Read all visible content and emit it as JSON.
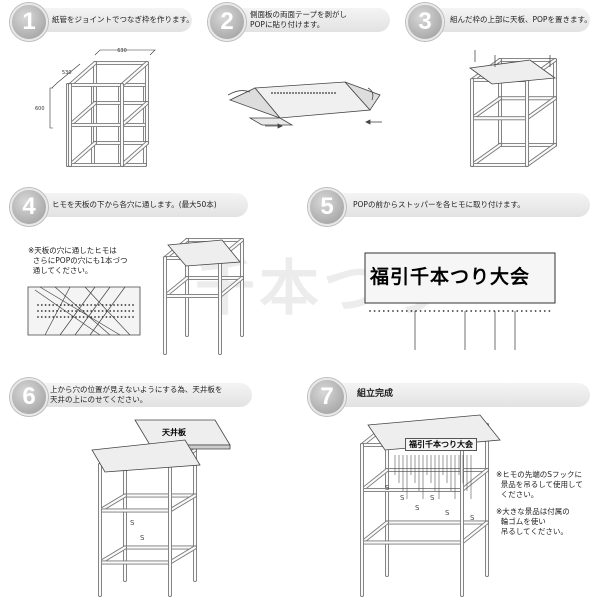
{
  "steps": [
    {
      "number": "1",
      "text": "紙管をジョイントでつなぎ枠を作ります。"
    },
    {
      "number": "2",
      "text": "側面板の両面テープを剥がし\nPOPに貼り付けます。"
    },
    {
      "number": "3",
      "text": "組んだ枠の上部に天板、POPを置きます。"
    },
    {
      "number": "4",
      "text": "ヒモを天板の下から各穴に通します。(最大50本)"
    },
    {
      "number": "5",
      "text": "POPの前からストッパーを各ヒモに取り付けます。"
    },
    {
      "number": "6",
      "text": "上から穴の位置が見えないようにする為、天井板を\n天井の上にのせてください。"
    },
    {
      "number": "7",
      "text": "組立完成"
    }
  ],
  "dimensions": {
    "width": "630",
    "depth": "530",
    "height": "600"
  },
  "step4_note": "※天板の穴に通したヒモは\n  さらにPOPの穴にも1本づつ\n  通してください。",
  "pop_sign": "福引千本つり大会",
  "ceiling_board_label": "天井板",
  "step7_notes": [
    "※ヒモの先端のSフックに\n  景品を吊るして使用して\n  ください。",
    "※大きな景品は付属の\n  輪ゴムを使い\n  吊るしてください。"
  ],
  "hook_label": "S",
  "watermark": "千本つり",
  "colors": {
    "pill": "#e6e6e6",
    "circle": "#a8a8a8",
    "line": "#555555"
  }
}
